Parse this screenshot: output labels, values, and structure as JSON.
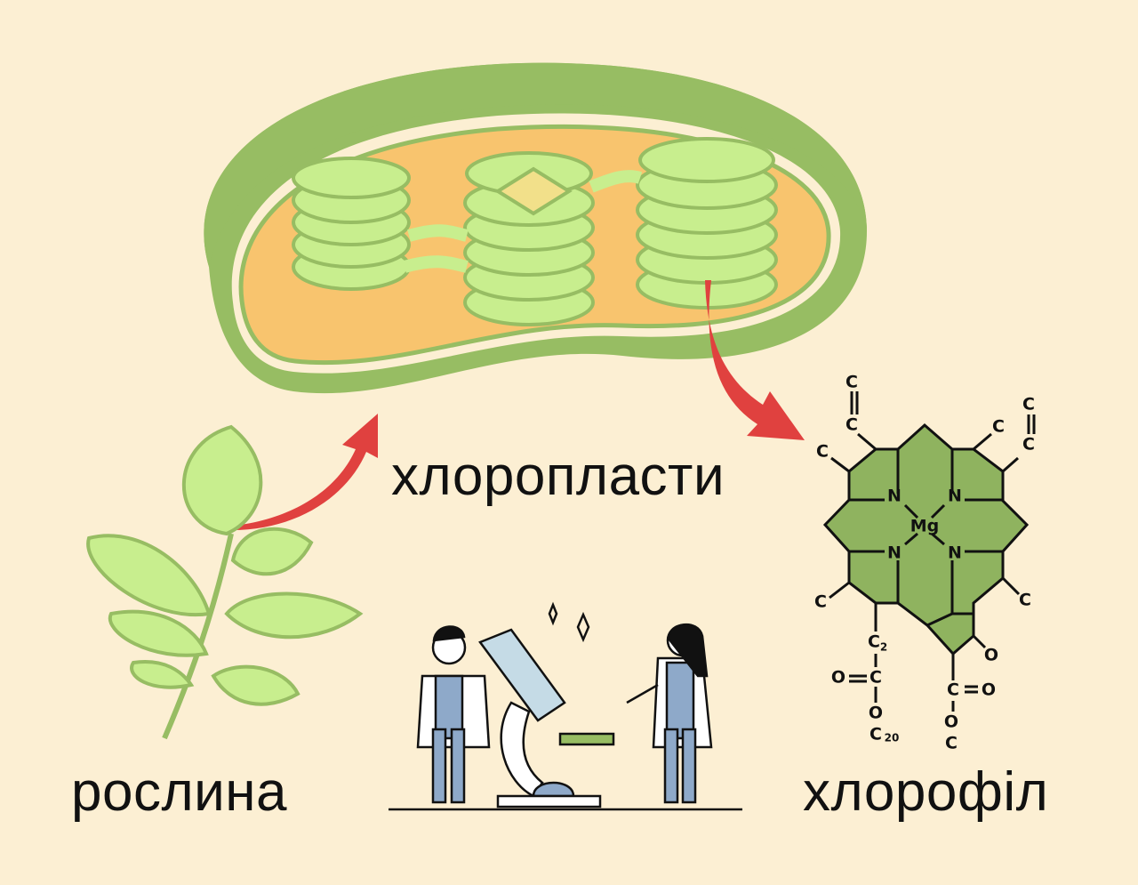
{
  "labels": {
    "chloroplast": "хлоропласти",
    "plant": "рослина",
    "chlorophyll": "хлорофіл"
  },
  "molecule": {
    "center": "Mg",
    "nitrogen": "N",
    "carbon": "C",
    "oxygen": "O",
    "c2": "C",
    "c2_sub": "2",
    "c20": "C",
    "c20_sub": "20"
  },
  "colors": {
    "background": "#fcefd3",
    "dark_green": "#97bd63",
    "light_green": "#c8ee8e",
    "stroma_orange": "#f8c46e",
    "arrow_red": "#e0413f",
    "ink": "#111111"
  }
}
